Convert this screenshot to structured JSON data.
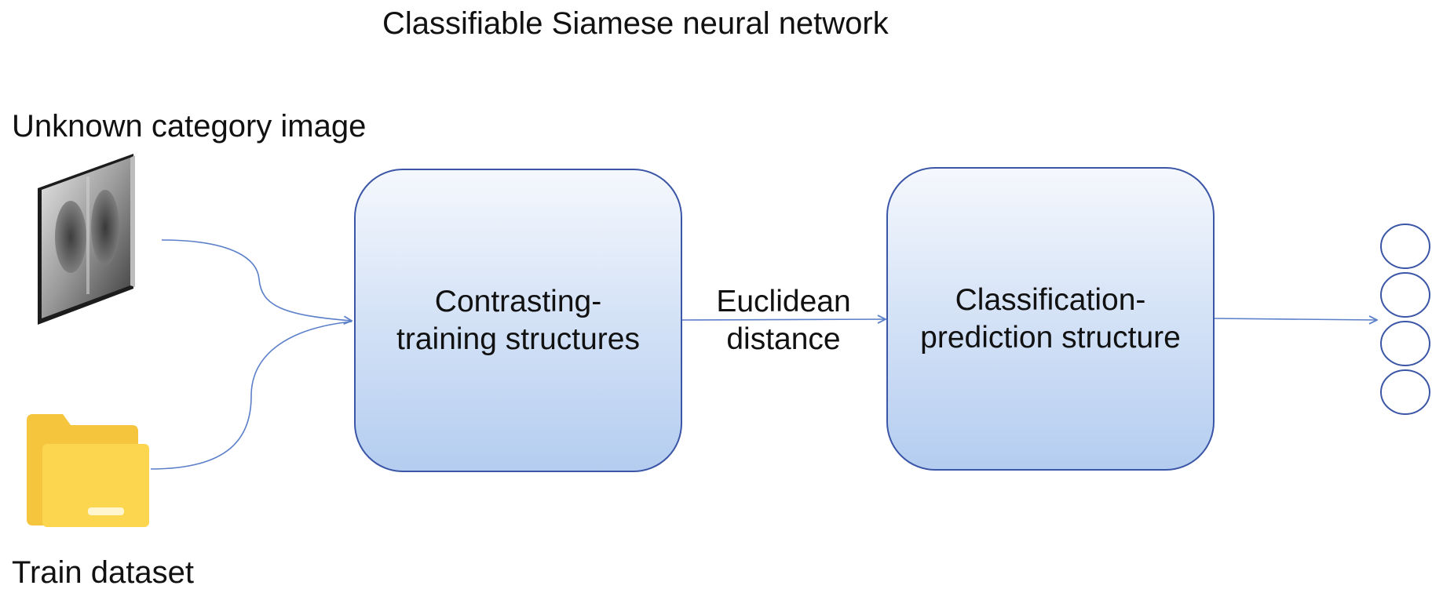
{
  "title": "Classifiable Siamese neural network",
  "inputs": {
    "unknown_image_label": "Unknown category image",
    "train_dataset_label": "Train dataset"
  },
  "blocks": {
    "contrasting": {
      "line1": "Contrasting-",
      "line2": "training structures"
    },
    "classification": {
      "line1": "Classification-",
      "line2": "prediction structure"
    }
  },
  "edge": {
    "line1": "Euclidean",
    "line2": "distance"
  },
  "outputs": {
    "node_count": 4
  },
  "colors": {
    "arrow": "#5b7fc9",
    "box_border": "#3b56a6",
    "folder": "#fdd64f",
    "node_border": "#3b56a6"
  },
  "icons": [
    "xray-image-icon",
    "folder-icon"
  ]
}
